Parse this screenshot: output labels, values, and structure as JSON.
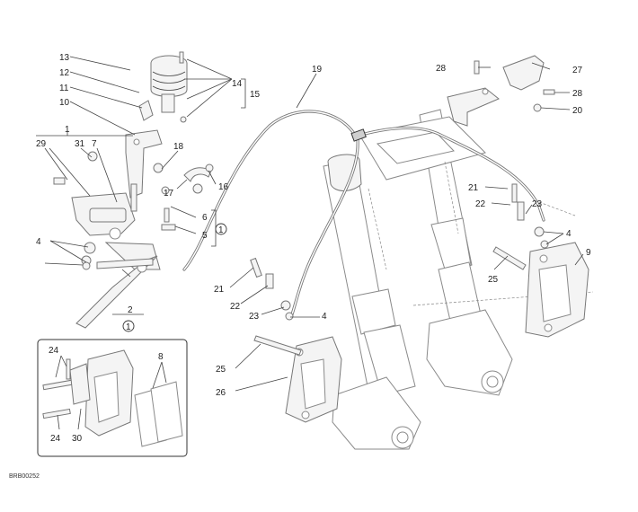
{
  "drawing_code": "BRB00252",
  "callouts": {
    "c1": "1",
    "c2": "2",
    "c4a": "4",
    "c4b": "4",
    "c4c": "4",
    "c5": "5",
    "c6": "6",
    "c7": "7",
    "c8": "8",
    "c9": "9",
    "c10": "10",
    "c11": "11",
    "c12": "12",
    "c13": "13",
    "c14": "14",
    "c15": "15",
    "c16": "16",
    "c17": "17",
    "c18": "18",
    "c19": "19",
    "c20": "20",
    "c21a": "21",
    "c21b": "21",
    "c22a": "22",
    "c22b": "22",
    "c23a": "23",
    "c23b": "23",
    "c24a": "24",
    "c24b": "24",
    "c25a": "25",
    "c25b": "25",
    "c26": "26",
    "c27": "27",
    "c28a": "28",
    "c28b": "28",
    "c29": "29",
    "c30": "30",
    "c31": "31",
    "circ_a": "1",
    "circ_b": "1"
  },
  "colors": {
    "line": "#444444",
    "part_fill": "#f4f4f4",
    "hose": "#777777"
  }
}
